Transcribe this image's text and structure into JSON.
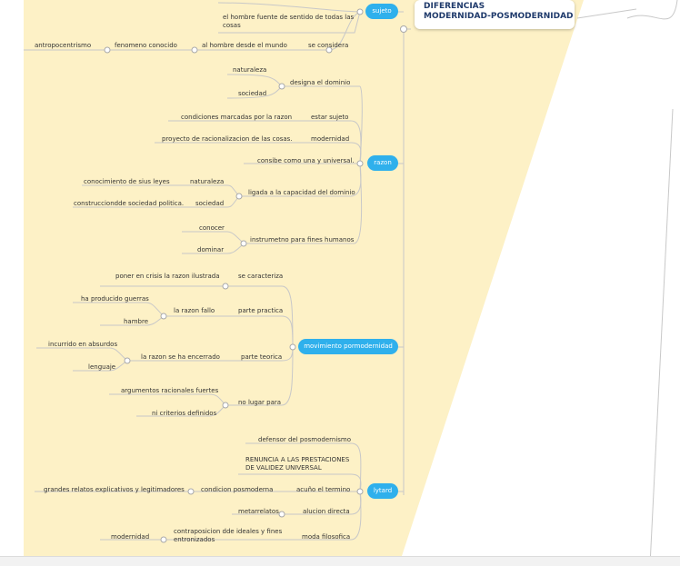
{
  "title": {
    "line1": "DIFERENCIAS",
    "line2": "MODERNIDAD-POSMODERNIDAD"
  },
  "colors": {
    "background_area": "#fdf1c6",
    "node": "#2fb0ec",
    "line": "#c9c9c9",
    "title_text": "#1f3a6b"
  },
  "nodes": {
    "sujeto": "sujeto",
    "razon": "razon",
    "movimiento": "movimiento pormodernidad",
    "lytard": "lytard"
  },
  "labels": {
    "hombre_fuente": "el hombre fuente de sentido de todas las cosas",
    "antropocentrismo": "antropocentrismo",
    "fenomeno": "fenomeno conocido",
    "al_hombre": "al hombre desde el mundo",
    "se_considera": "se considera",
    "naturaleza1": "naturaleza",
    "sociedad1": "sociedad",
    "designa": "designa el dominio",
    "condiciones": "condiciones marcadas por la razon",
    "esta_sujeto": "estar sujeto",
    "proyecto": "proyecto de racionalizacion de las cosas.",
    "modernidad1": "modernidad",
    "consibe": "consibe como una y universal.",
    "conocimiento": "conocimiento de sius leyes",
    "naturaleza2": "naturaleza",
    "construccion": "construcciondde sociedad politica.",
    "sociedad2": "sociedad",
    "ligada": "ligada a la capacidad del dominio",
    "conocer": "conocer",
    "dominar": "dominar",
    "instrumetno": "instrumetno para fines humanos",
    "poner_crisis": "poner en crisis la razon ilustrada",
    "caracteriza": "se caracteriza",
    "guerras": "ha producido guerras",
    "hambre": "hambre",
    "razon_fallo": "la razon fallo",
    "parte_practica": "parte practica",
    "absurdos": "incurrido en absurdos",
    "lenguaje": "lenguaje",
    "encerrado": "la razon se ha encerrado",
    "parte_teorica": "parte teorica",
    "argumentos": "argumentos racionales fuertes",
    "criterios": "ni criterios definidos",
    "no_lugar": "no lugar para",
    "defensor": "defensor del posmodernismo",
    "renuncia": "RENUNCIA A LAS PRESTACIONES DE VALIDEZ UNIVERSAL",
    "grandes_relatos": "grandes relatos explicativos y legitimadores",
    "condicion": "condicion posmoderna",
    "acuno": "acuño el termino",
    "metarrelatos": "metarrelatos",
    "alucion": "alucion directa",
    "modernidad2": "modernidad",
    "contraposicion": "contraposicion dde ideales y fines entronizados",
    "moda": "moda filosofica"
  }
}
